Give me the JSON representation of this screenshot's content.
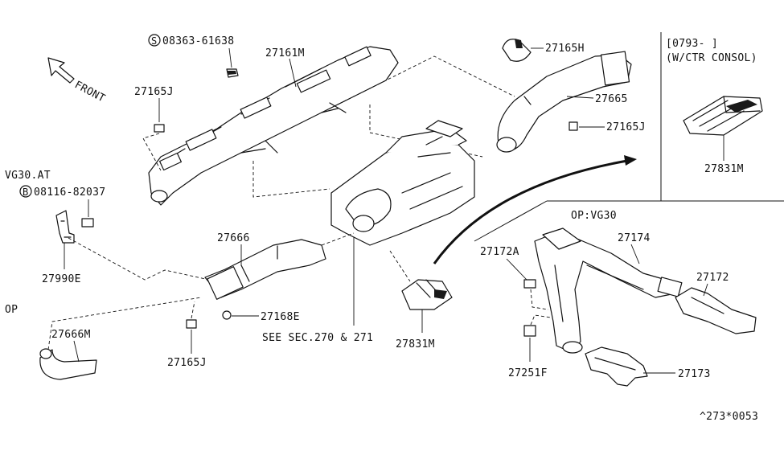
{
  "diagram": {
    "front_label": "FRONT",
    "header_left": "VG30.AT",
    "op_left": "OP",
    "op_right": "OP:VG30",
    "inset_header_line1": "[0793-      ]",
    "inset_header_line2": "(W/CTR CONSOL)",
    "ref_note": "SEE SEC.270 & 271",
    "footer_code": "^273*0053",
    "screw_1": {
      "symbol": "S",
      "code": "08363-61638"
    },
    "bolt_1": {
      "symbol": "B",
      "code": "08116-82037"
    },
    "parts": {
      "p27161M": "27161M",
      "p27165J_a": "27165J",
      "p27165H": "27165H",
      "p27665": "27665",
      "p27165J_b": "27165J",
      "p27831M_inset": "27831M",
      "p27666": "27666",
      "p27990E": "27990E",
      "p27168E": "27168E",
      "p27666M": "27666M",
      "p27165J_c": "27165J",
      "p27831M_main": "27831M",
      "p27172A": "27172A",
      "p27174": "27174",
      "p27172": "27172",
      "p27251F": "27251F",
      "p27173": "27173"
    }
  }
}
